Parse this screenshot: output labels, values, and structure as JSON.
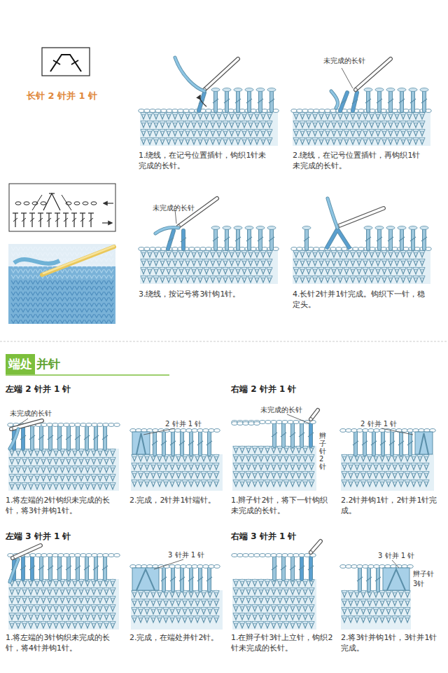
{
  "diagram": {
    "title": "长针 2 针并 1 针",
    "nodes": [
      {
        "text": [
          "端处",
          "并针"
        ]
      }
    ],
    "labels": [
      "未完成的长针",
      "1.绕线，在记号位置插针，钩织1针未完成的长针。",
      "未完成的长针",
      "2.绕线，在记号位置插针，再钩织1针未完成的长针。",
      "3.绕线，按记号将3针钩1针。",
      "4.长针2针并1针完成。钩织下一针，稳定头。",
      "左端 2 针并 1 针",
      "未完成的长针",
      "2 针并 1 针",
      "1.将左端的2针钩织未完成的长针，将3针并钩1针。",
      "2.完成，2针并1针端针。",
      "右端 2 针并 1 针",
      "未完成的长针",
      "辫子针2针",
      "1.辫子针2针，将下一针钩织未完成的长针。",
      "2 针并 1 针",
      "2.2针并钩1针，2针并1针完成。",
      "左端 3 针并 1 针",
      "3 针并 1 针",
      "1.将左端的3针钩织未完成的长针，将4针并钩1针。",
      "2.完成，在端处并针2针。",
      "右端 3 针并 1 针",
      "1.在辫子针3针上立针，钩织2针未完成的长针。",
      "3 针并 1 针",
      "辫子针3针",
      "2.将3针并钩1针，3针并1针完成。"
    ]
  }
}
